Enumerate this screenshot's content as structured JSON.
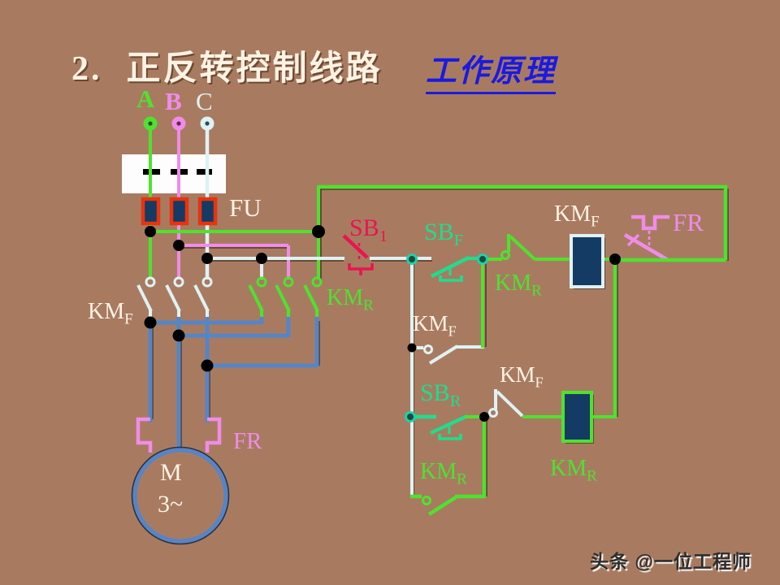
{
  "slide": {
    "title_number": "2.",
    "title_text": "正反转控制线路",
    "link_text": "工作原理"
  },
  "phase_labels": {
    "a": "A",
    "b": "B",
    "c": "C"
  },
  "component_labels": {
    "fu": {
      "text": "FU"
    },
    "kmf_main": {
      "text": "KM",
      "sub": "F"
    },
    "kmr_main": {
      "text": "KM",
      "sub": "R"
    },
    "sb1": {
      "text": "SB",
      "sub": "1"
    },
    "sbf": {
      "text": "SB",
      "sub": "F"
    },
    "kmr_interlock": {
      "text": "KM",
      "sub": "R"
    },
    "kmf_coil": {
      "text": "KM",
      "sub": "F"
    },
    "fr_top": {
      "text": "FR"
    },
    "kmf_aux": {
      "text": "KM",
      "sub": "F"
    },
    "sbr": {
      "text": "SB",
      "sub": "R"
    },
    "kmf_interlock": {
      "text": "KM",
      "sub": "F"
    },
    "kmr_aux": {
      "text": "KM",
      "sub": "R"
    },
    "kmr_coil": {
      "text": "KM",
      "sub": "R"
    },
    "fr_bottom": {
      "text": "FR"
    },
    "motor_name": {
      "text": "M"
    },
    "motor_phase": {
      "text": "3~"
    }
  },
  "watermark": "头条 @一位工程师",
  "colors": {
    "background": "#a87b61",
    "wire_green": "#4ee22e",
    "wire_pink": "#f08ce8",
    "wire_white": "#dff2f4",
    "wire_blue": "#5585c6",
    "button_red": "#e91550",
    "button_green": "#1fdd8e",
    "coil_fill": "#143b63",
    "fuse_red": "#e8330e",
    "title_ivory": "#fdf3e3",
    "link_blue": "#1a1ae0"
  }
}
